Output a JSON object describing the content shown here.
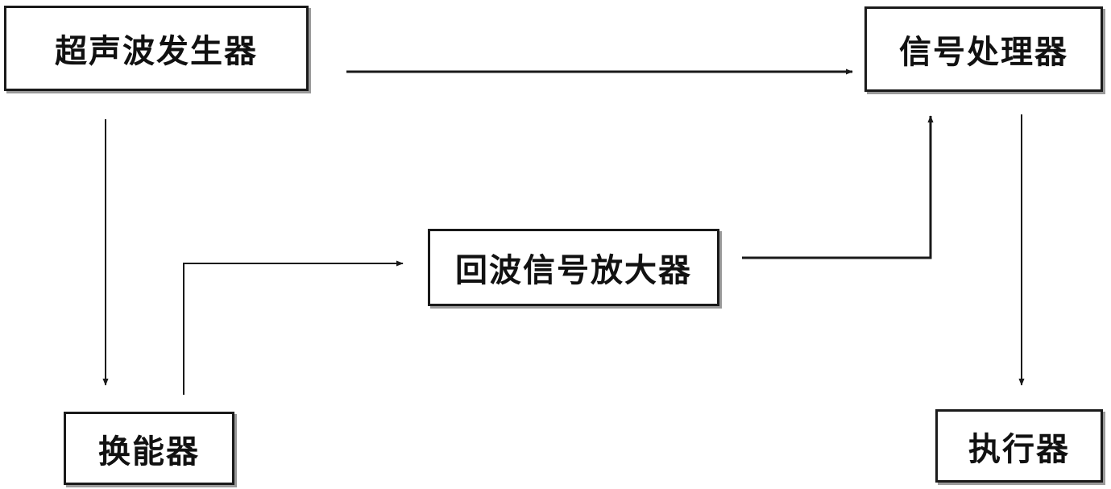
{
  "diagram": {
    "nodes": {
      "generator": {
        "label": "超声波发生器"
      },
      "processor": {
        "label": "信号处理器"
      },
      "amplifier": {
        "label": "回波信号放大器"
      },
      "transducer": {
        "label": "换能器"
      },
      "actuator": {
        "label": "执行器"
      }
    },
    "edges": [
      {
        "from": "generator",
        "to": "processor"
      },
      {
        "from": "generator",
        "to": "transducer"
      },
      {
        "from": "transducer",
        "to": "amplifier"
      },
      {
        "from": "amplifier",
        "to": "processor"
      },
      {
        "from": "processor",
        "to": "actuator"
      }
    ],
    "colors": {
      "line": "#1a1a1a",
      "border": "#1a1a1a",
      "shadow": "#9a9a9a"
    }
  }
}
